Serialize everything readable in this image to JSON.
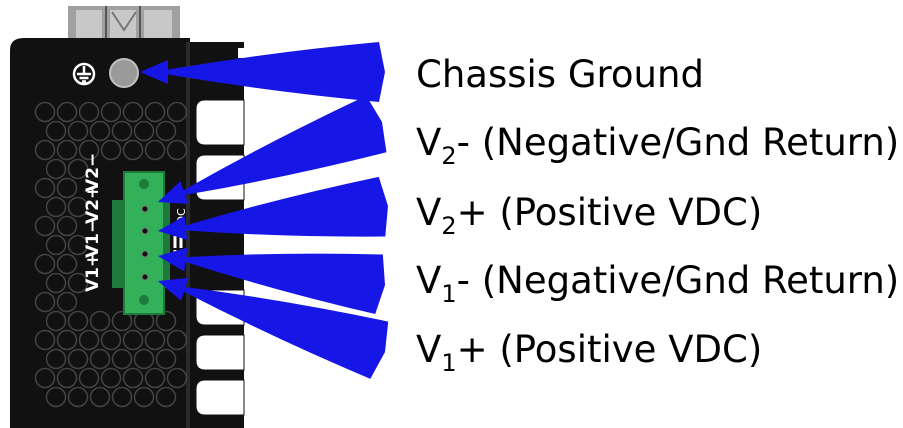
{
  "colors": {
    "device_body": "#111111",
    "arrow": "#1616e6",
    "terminal_block": "#33b05a",
    "terminal_dark": "#1e7a3a",
    "ground_screw": "#9a9a9a"
  },
  "labels": {
    "chassis_ground": "Chassis Ground",
    "v2_minus": {
      "main": "V",
      "sub": "2",
      "rest": "-  (Negative/Gnd Return)"
    },
    "v2_plus": {
      "main": "V",
      "sub": "2",
      "rest": "+  (Positive VDC)"
    },
    "v1_minus": {
      "main": "V",
      "sub": "1",
      "rest": "-  (Negative/Gnd Return)"
    },
    "v1_plus": {
      "main": "V",
      "sub": "1",
      "rest": "+  (Positive VDC)"
    }
  },
  "device_text": {
    "v1_plus": "V1+",
    "v1_minus": "V1−",
    "v2_plus": "V2+",
    "v2_minus": "V2−",
    "vdc": "VDC"
  },
  "icons": [
    "ground-symbol-icon",
    "ground-screw-icon",
    "terminal-block-icon",
    "arrow-icon"
  ]
}
